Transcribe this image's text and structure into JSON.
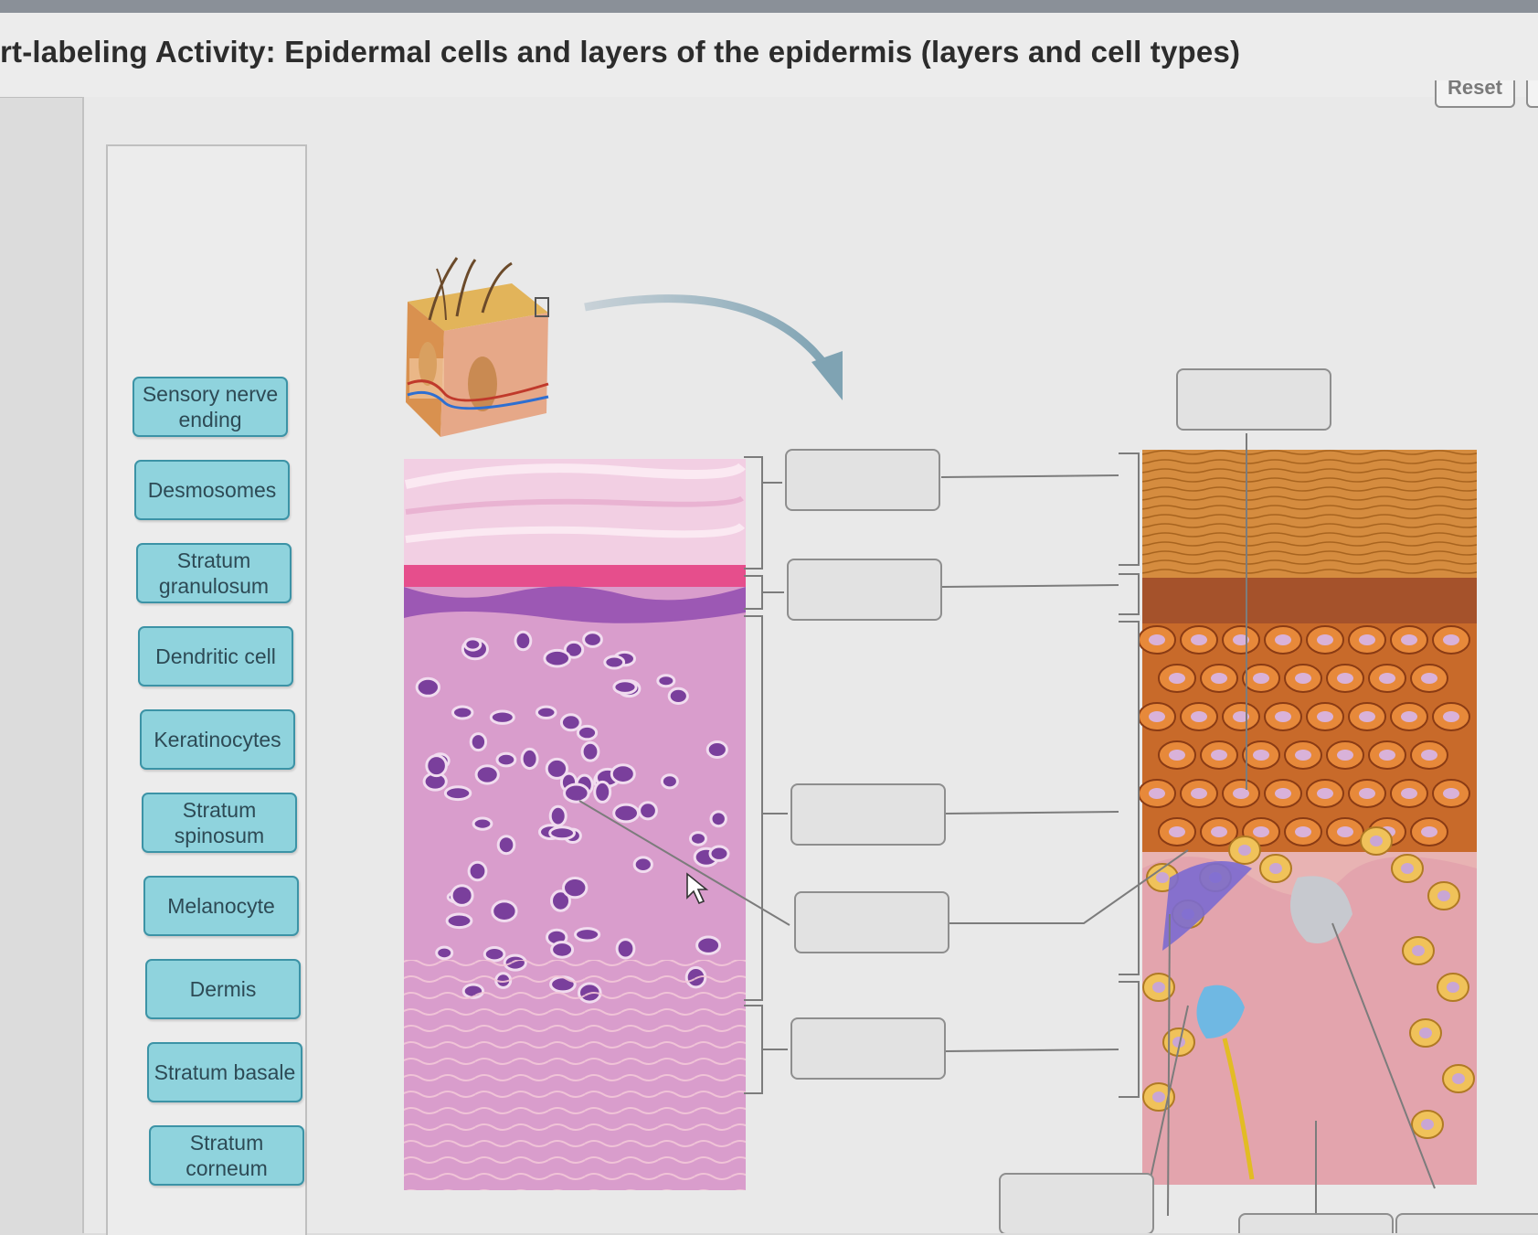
{
  "header": {
    "title": "rt-labeling Activity: Epidermal cells and layers of the epidermis (layers and cell types)",
    "reset_label": "Reset"
  },
  "label_bank": [
    "Sensory nerve ending",
    "Desmosomes",
    "Stratum granulosum",
    "Dendritic cell",
    "Keratinocytes",
    "Stratum spinosum",
    "Melanocyte",
    "Dermis",
    "Stratum basale",
    "Stratum corneum"
  ],
  "icons": [
    "skin-block-icon",
    "curved-arrow-icon",
    "mouse-cursor-icon"
  ],
  "colors": {
    "label_fill": "#8fd3dd",
    "label_border": "#3c93a6",
    "drop_zone_fill": "#e2e2e2",
    "micrograph_pink": "#d98fc6",
    "illustration_orange": "#d77a2e"
  }
}
